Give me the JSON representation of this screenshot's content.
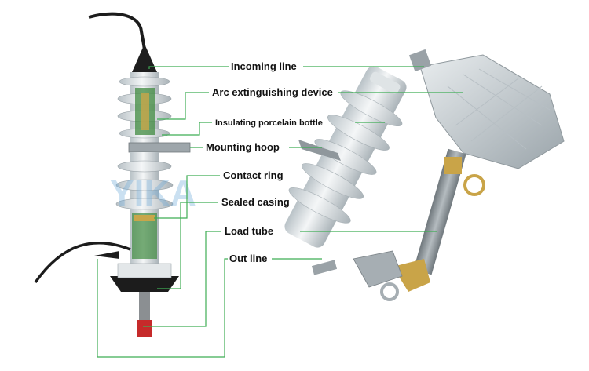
{
  "labels": {
    "incoming_line": "Incoming line",
    "arc_device": "Arc extinguishing device",
    "porcelain_bottle": "Insulating porcelain bottle",
    "mounting_hoop": "Mounting hoop",
    "contact_ring": "Contact ring",
    "sealed_casing": "Sealed casing",
    "load_tube": "Load tube",
    "out_line": "Out line"
  },
  "watermark": "YIKA",
  "colors": {
    "leader_line": "#3fae55",
    "porcelain": "#e6eaec",
    "porcelain_shade": "#b9c2c7",
    "cut_green": "#3f8a3f",
    "cable": "#1c1c1c",
    "fuse_tube": "#8c9499",
    "brass": "#c9a448"
  }
}
